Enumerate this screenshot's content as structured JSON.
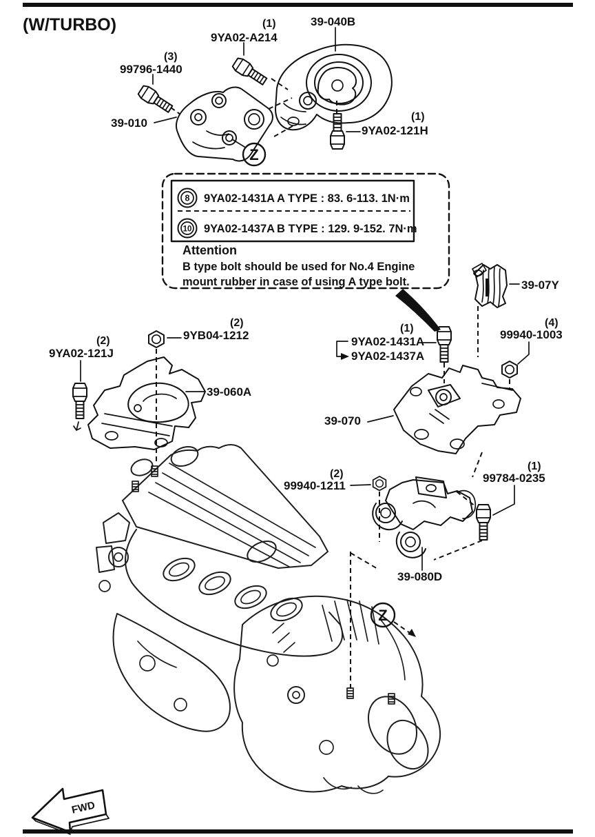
{
  "page": {
    "variant": "(W/TURBO)",
    "fwd": "FWD",
    "detail_marker": "Z"
  },
  "parts": {
    "mount_39_040b": "39-040B",
    "bracket_39_010": "39-010",
    "mount_39_060a": "39-060A",
    "mount_39_070": "39-070",
    "stopper_39_07y": "39-07Y",
    "bracket_39_080d": "39-080D"
  },
  "fasteners": {
    "a214": {
      "qty": "(1)",
      "part": "9YA02-A214"
    },
    "b1440": {
      "qty": "(3)",
      "part": "99796-1440"
    },
    "b121h": {
      "qty": "(1)",
      "part": "9YA02-121H"
    },
    "b121j": {
      "qty": "(2)",
      "part": "9YA02-121J"
    },
    "n1212": {
      "qty": "(2)",
      "part": "9YB04-1212"
    },
    "b1431": {
      "qty": "(1)",
      "part": "9YA02-1431A"
    },
    "b1437": {
      "part": "9YA02-1437A"
    },
    "n1003": {
      "qty": "(4)",
      "part": "99940-1003"
    },
    "n1211": {
      "qty": "(2)",
      "part": "99940-1211"
    },
    "b0235": {
      "qty": "(1)",
      "part": "99784-0235"
    }
  },
  "attention_box": {
    "rows": [
      {
        "marker": "8",
        "part": "9YA02-1431A",
        "spec": "A TYPE : 83. 6-113. 1N·m"
      },
      {
        "marker": "10",
        "part": "9YA02-1437A",
        "spec": "B TYPE : 129. 9-152. 7N·m"
      }
    ],
    "title": "Attention",
    "note_line1": "B type bolt should be used for No.4 Engine",
    "note_line2": "mount rubber in case of using A type bolt."
  }
}
